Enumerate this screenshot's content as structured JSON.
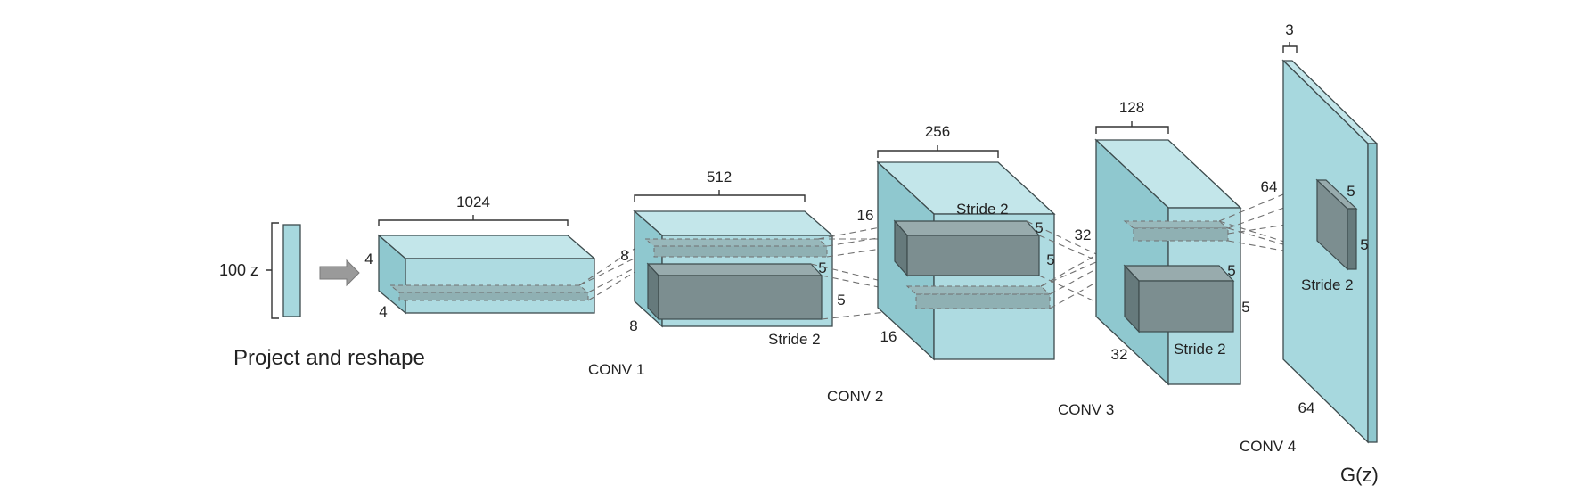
{
  "colors": {
    "volume_front": "#a7d8de",
    "volume_top": "#c3e6ea",
    "volume_side": "#8fc8cf",
    "kernel": "#7c8e90",
    "kernel_top": "#98abad",
    "arrow": "#999999"
  },
  "input": {
    "label": "100 z",
    "caption": "Project and reshape"
  },
  "layers": [
    {
      "id": "project",
      "width_label": "1024",
      "height_label": "4",
      "depth_label": "4",
      "conv_label": "",
      "stride_label": ""
    },
    {
      "id": "conv1",
      "width_label": "512",
      "height_label": "8",
      "depth_label": "8",
      "conv_label": "CONV 1",
      "stride_label": "Stride 2",
      "kernel_labels": [
        "5",
        "5"
      ]
    },
    {
      "id": "conv2",
      "width_label": "256",
      "height_label": "16",
      "depth_label": "16",
      "conv_label": "CONV 2",
      "stride_label": "Stride 2",
      "kernel_labels": [
        "5",
        "5"
      ]
    },
    {
      "id": "conv3",
      "width_label": "128",
      "height_label": "32",
      "depth_label": "32",
      "conv_label": "CONV 3",
      "stride_label": "Stride 2",
      "kernel_labels": [
        "5",
        "5"
      ]
    },
    {
      "id": "conv4",
      "width_label": "3",
      "height_label": "64",
      "depth_label": "64",
      "conv_label": "CONV 4",
      "stride_label": "Stride 2",
      "kernel_labels": [
        "5",
        "5"
      ]
    }
  ],
  "output": {
    "label": "G(z)"
  }
}
